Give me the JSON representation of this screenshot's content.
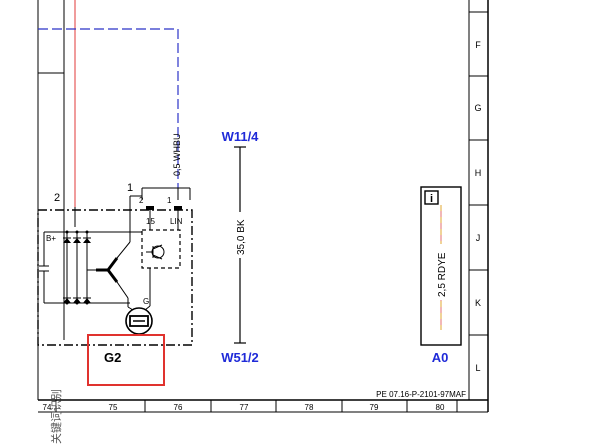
{
  "frame": {
    "row_labels": [
      "F",
      "G",
      "H",
      "J",
      "K",
      "L"
    ],
    "column_labels": [
      "74",
      "75",
      "76",
      "77",
      "78",
      "79",
      "80"
    ],
    "doc_code": "PE 07.16-P-2101-97MAF"
  },
  "labels": {
    "wire_whbu": "0,5 WHBU",
    "wire_bk": "35,0 BK",
    "wire_rdye": "2,5 RDYE",
    "connector_top": "W11/4",
    "connector_bottom": "W51/2",
    "ground_point": "A0",
    "component": "G2",
    "pin_2": "2",
    "pin_1": "1",
    "pin_2_small": "2",
    "pin_1_small": "1",
    "pin_15": "15",
    "pin_lin": "LIN",
    "terminal_b_plus": "B+",
    "terminal_g": "G",
    "info_box_icon_label": "i",
    "margin_text": "关键词识别"
  },
  "colors": {
    "connector_blue": "#1f2ad8",
    "highlight_red": "#e0322e",
    "wire_red": "#e55a5a",
    "wire_blue_dash": "#2b33c8"
  }
}
